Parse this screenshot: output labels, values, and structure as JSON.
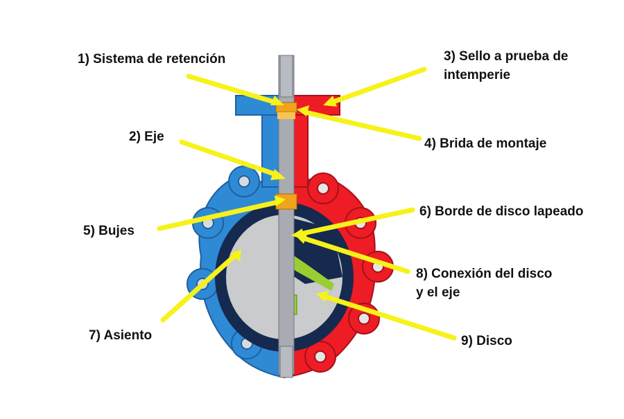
{
  "colors": {
    "body_blue": "#2f8ad6",
    "body_red": "#ee1c25",
    "seat_navy": "#152a4e",
    "disc_gray": "#c9cbcd",
    "stem_gray": "#a8acb2",
    "bushing_orange": "#f0a31c",
    "connection_green": "#9acd32",
    "arrow_yellow": "#f6f21a"
  },
  "labels": {
    "l1": {
      "text": "1) Sistema de retención"
    },
    "l2": {
      "text": "2) Eje"
    },
    "l3": {
      "line1": "3) Sello a prueba de",
      "line2": "intemperie"
    },
    "l4": {
      "text": "4) Brida de montaje"
    },
    "l5": {
      "text": "5) Bujes"
    },
    "l6": {
      "text": "6) Borde de disco lapeado"
    },
    "l7": {
      "text": "7) Asiento"
    },
    "l8": {
      "line1": "8) Conexión del disco",
      "line2": "y el eje"
    },
    "l9": {
      "text": "9) Disco"
    }
  }
}
